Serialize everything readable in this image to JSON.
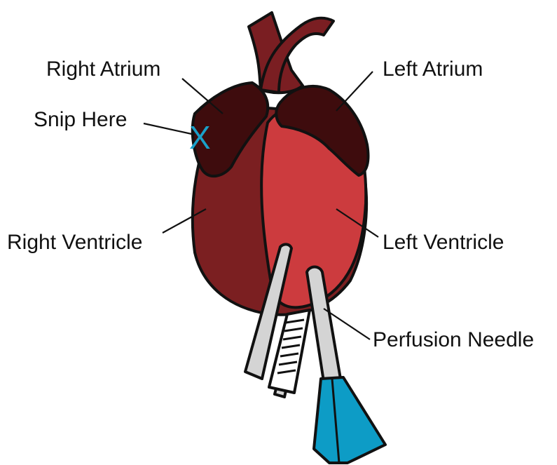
{
  "labels": {
    "right_atrium": "Right Atrium",
    "left_atrium": "Left Atrium",
    "snip_here": "Snip Here",
    "right_ventricle": "Right Ventricle",
    "left_ventricle": "Left Ventricle",
    "perfusion_needle": "Perfusion Needle"
  },
  "snip_mark": "X",
  "colors": {
    "aorta": "#7a1e22",
    "atria": "#3e0c0d",
    "right_ventricle": "#7b1f21",
    "left_ventricle": "#cc3b3e",
    "forceps": "#d4d4d4",
    "needle_hub": "#0d9cc6",
    "snip_mark": "#1aa0c8",
    "outline": "#111111"
  },
  "icons": [
    "heart-illustration",
    "forceps-icon",
    "perfusion-needle-icon",
    "snip-x-mark"
  ]
}
